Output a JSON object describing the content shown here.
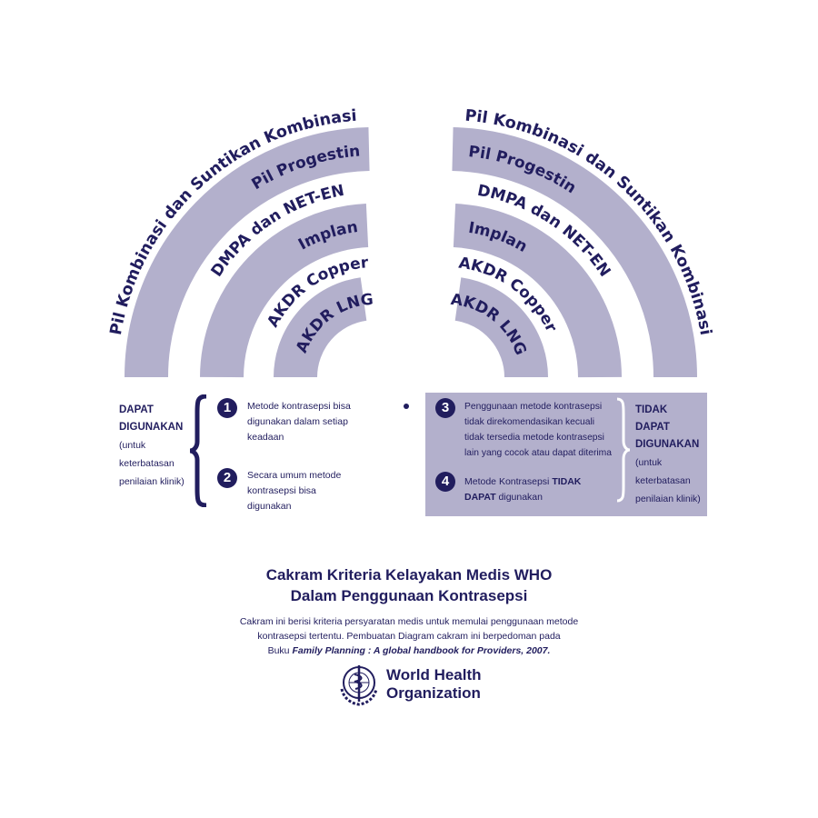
{
  "colors": {
    "band": "#b3b0cc",
    "text": "#211d5e"
  },
  "wheel": {
    "left": {
      "outer_label": "Pil Kombinasi dan Suntikan Kombinasi",
      "band1": "Pil Progestin",
      "gap1": "DMPA dan NET-EN",
      "band2": "Implan",
      "gap2": "AKDR Copper",
      "band3": "AKDR LNG"
    },
    "right": {
      "outer_label": "Pil Kombinasi dan Suntikan Kombinasi",
      "band1": "Pil Progestin",
      "gap1": "DMPA dan NET-EN",
      "band2": "Implan",
      "gap2": "AKDR Copper",
      "band3": "AKDR LNG"
    }
  },
  "legend": {
    "left": {
      "title_line1": "DAPAT",
      "title_line2": "DIGUNAKAN",
      "sub1": "(untuk",
      "sub2": "keterbatasan",
      "sub3": "penilaian klinik)",
      "items": [
        {
          "num": "1",
          "lines": [
            "Metode kontrasepsi bisa",
            "digunakan dalam setiap",
            "keadaan"
          ]
        },
        {
          "num": "2",
          "lines": [
            "Secara umum metode",
            "kontrasepsi bisa",
            "digunakan"
          ]
        }
      ]
    },
    "right": {
      "title_line1": "TIDAK",
      "title_line2": "DAPAT",
      "title_line3": "DIGUNAKAN",
      "sub1": "(untuk",
      "sub2": "keterbatasan",
      "sub3": "penilaian klinik)",
      "items": [
        {
          "num": "3",
          "lines": [
            "Penggunaan metode kontrasepsi",
            "tidak direkomendasikan kecuali",
            "tidak tersedia metode kontrasepsi",
            "lain yang cocok atau dapat diterima"
          ]
        },
        {
          "num": "4",
          "line1_a": "Metode Kontrasepsi ",
          "line1_b": "TIDAK",
          "line2_a": "DAPAT",
          "line2_b": " digunakan"
        }
      ]
    }
  },
  "footer": {
    "title1": "Cakram Kriteria Kelayakan Medis WHO",
    "title2": "Dalam Penggunaan Kontrasepsi",
    "desc1": "Cakram ini berisi kriteria persyaratan medis untuk memulai penggunaan metode",
    "desc2": "kontrasepsi tertentu. Pembuatan Diagram cakram ini berpedoman pada",
    "desc3_a": "Buku ",
    "desc3_b": "Family Planning : A global handbook for Providers, 2007.",
    "org1": "World Health",
    "org2": "Organization"
  }
}
